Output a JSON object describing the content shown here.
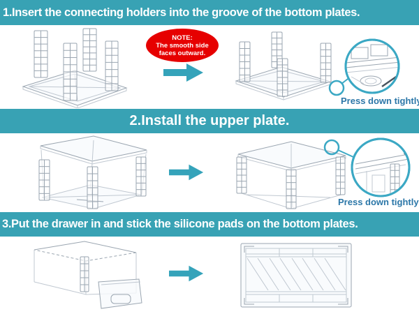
{
  "colors": {
    "banner": "#38a2b4",
    "arrow": "#35a3ba",
    "note_red": "#e60000",
    "magnifier": "#3ba8c4",
    "callout_text": "#2c77a8"
  },
  "steps": [
    {
      "banner": "1.Insert the connecting holders into the groove of the bottom plates.",
      "note_lines": [
        "NOTE:",
        "The smooth side",
        "faces outward."
      ],
      "callout": "Press down tightly"
    },
    {
      "banner": "2.Install the upper plate.",
      "callout": "Press down tightly"
    },
    {
      "banner": "3.Put the drawer in and stick the silicone pads on the bottom plates."
    }
  ]
}
